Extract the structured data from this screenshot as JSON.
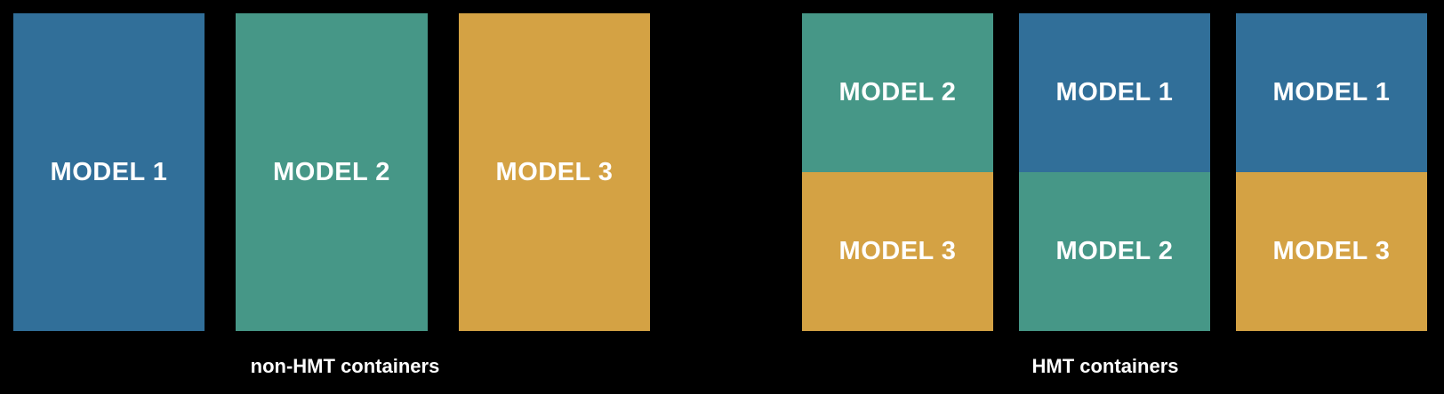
{
  "colors": {
    "model_1": "#316f99",
    "model_2": "#469787",
    "model_3": "#d4a244",
    "background": "#000000"
  },
  "non_hmt": {
    "label": "non-HMT containers",
    "containers": [
      {
        "model": "MODEL 1"
      },
      {
        "model": "MODEL 2"
      },
      {
        "model": "MODEL 3"
      }
    ]
  },
  "hmt": {
    "label": "HMT containers",
    "containers": [
      {
        "top": "MODEL 2",
        "bottom": "MODEL 3"
      },
      {
        "top": "MODEL 1",
        "bottom": "MODEL 2"
      },
      {
        "top": "MODEL 1",
        "bottom": "MODEL 3"
      }
    ]
  }
}
